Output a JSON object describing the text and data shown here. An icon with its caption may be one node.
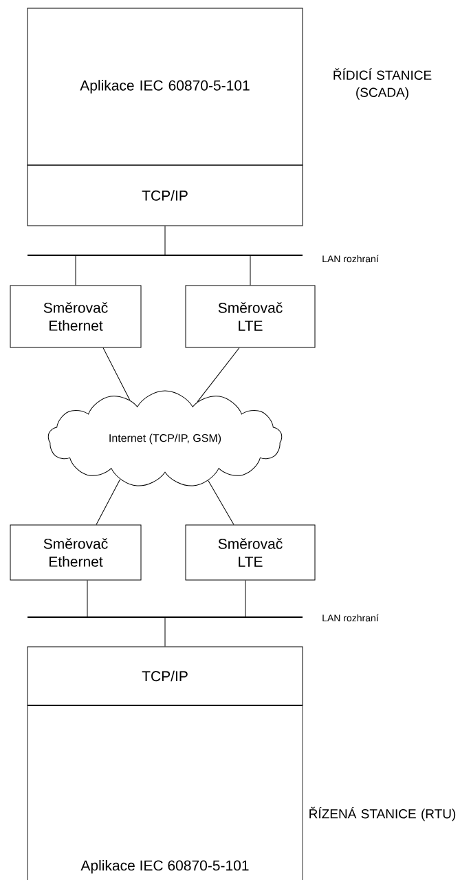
{
  "diagram": {
    "nodes": [
      {
        "text": [
          "Aplikace IEC 60870-5-101"
        ],
        "beside": [
          "ŘÍDICÍ STANICE (SCADA)"
        ]
      },
      {
        "text": [
          "TCP/IP"
        ]
      },
      {
        "text": [],
        "shape": "bar",
        "beside": [
          "LAN rozhraní"
        ]
      },
      {
        "text": [
          "Směrovač Ethernet"
        ]
      },
      {
        "text": [
          "Směrovač LTE"
        ]
      },
      {
        "text": [
          "Internet (TCP/IP, GSM)"
        ]
      },
      {
        "text": [
          "Směrovač Ethernet"
        ]
      },
      {
        "text": [
          "Směrovač LTE"
        ]
      },
      {
        "text": [],
        "shape": "bar",
        "beside": [
          "LAN rozhraní"
        ]
      },
      {
        "text": [
          "TCP/IP"
        ]
      },
      {
        "text": [
          "Aplikace IEC 60870-5-101"
        ],
        "beside": [
          "ŘÍZENÁ STANICE (RTU)"
        ]
      }
    ],
    "edges": [
      {
        "from": 1,
        "to": 2,
        "arrow": "none"
      },
      {
        "from": 2,
        "to": 3,
        "arrow": "none"
      },
      {
        "from": 2,
        "to": 4,
        "arrow": "none"
      },
      {
        "from": 3,
        "to": 5,
        "arrow": "none"
      },
      {
        "from": 4,
        "to": 5,
        "arrow": "none"
      },
      {
        "from": 5,
        "to": 6,
        "arrow": "none"
      },
      {
        "from": 5,
        "to": 7,
        "arrow": "none"
      },
      {
        "from": 6,
        "to": 8,
        "arrow": "none"
      },
      {
        "from": 7,
        "to": 8,
        "arrow": "none"
      },
      {
        "from": 8,
        "to": 9,
        "arrow": "none"
      }
    ]
  }
}
